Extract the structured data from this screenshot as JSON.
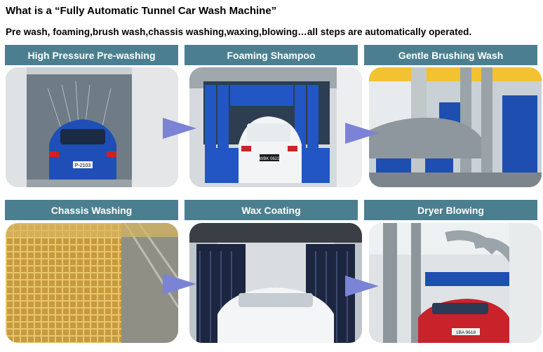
{
  "page": {
    "title": "What is a “Fully Automatic Tunnel Car Wash Machine”",
    "subtitle": "Pre wash, foaming,brush wash,chassis washing,waxing,blowing…all steps are automatically operated."
  },
  "steps": [
    {
      "label": "High Pressure Pre-washing",
      "plate": "P-2103"
    },
    {
      "label": "Foaming Shampoo",
      "plate": "WBK 0621"
    },
    {
      "label": "Gentle Brushing Wash"
    },
    {
      "label": "Chassis Washing"
    },
    {
      "label": "Wax Coating"
    },
    {
      "label": "Dryer Blowing",
      "plate": "1BA 9618"
    }
  ],
  "colors": {
    "label_bg": "#4b7f90",
    "label_text": "#ffffff",
    "arrow_fill": "#7b83d6",
    "brush_blue": "#1e4fb0"
  },
  "icons": [
    "right-arrow-icon"
  ]
}
